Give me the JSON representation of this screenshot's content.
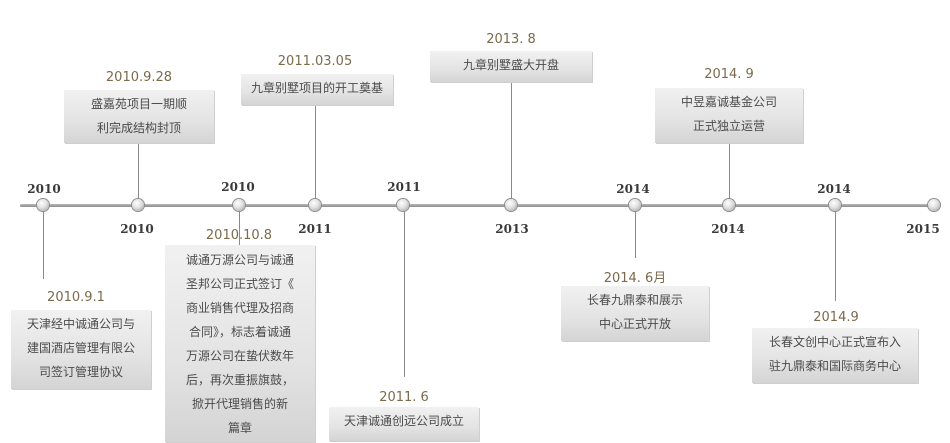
{
  "top_year_labels": [
    "2010",
    "2010",
    "2011",
    "2014",
    "2014"
  ],
  "bottom_year_labels": [
    "2010",
    "2011",
    "2013",
    "2014",
    "2015"
  ],
  "events": [
    {
      "date": "2010.9.28",
      "lines": [
        "盛嘉苑项目一期顺",
        "利完成结构封顶"
      ]
    },
    {
      "date": "2011.03.05",
      "lines": [
        "九章别墅项目的开工奠基"
      ]
    },
    {
      "date": "2013. 8",
      "lines": [
        "九章别墅盛大开盘"
      ]
    },
    {
      "date": "2014. 9",
      "lines": [
        "中昱嘉诚基金公司",
        "正式独立运营"
      ]
    },
    {
      "date": "2010.9.1",
      "lines": [
        "天津经中诚通公司与",
        "建国酒店管理有限公",
        "司签订管理协议"
      ]
    },
    {
      "date": "2010.10.8",
      "lines": [
        "诚通万源公司与诚通",
        "圣邦公司正式签订《",
        "商业销售代理及招商",
        "合同》，标志着诚通",
        "万源公司在蛰伏数年",
        "后，再次重振旗鼓，",
        "掀开代理销售的新",
        "篇章"
      ]
    },
    {
      "date": "2011. 6",
      "lines": [
        "天津诚通创远公司成立"
      ]
    },
    {
      "date": "2014. 6月",
      "lines": [
        "长春九鼎泰和展示",
        "中心正式开放"
      ]
    },
    {
      "date": "2014.9",
      "lines": [
        "长春文创中心正式宣布入",
        "驻九鼎泰和国际商务中心"
      ]
    }
  ]
}
